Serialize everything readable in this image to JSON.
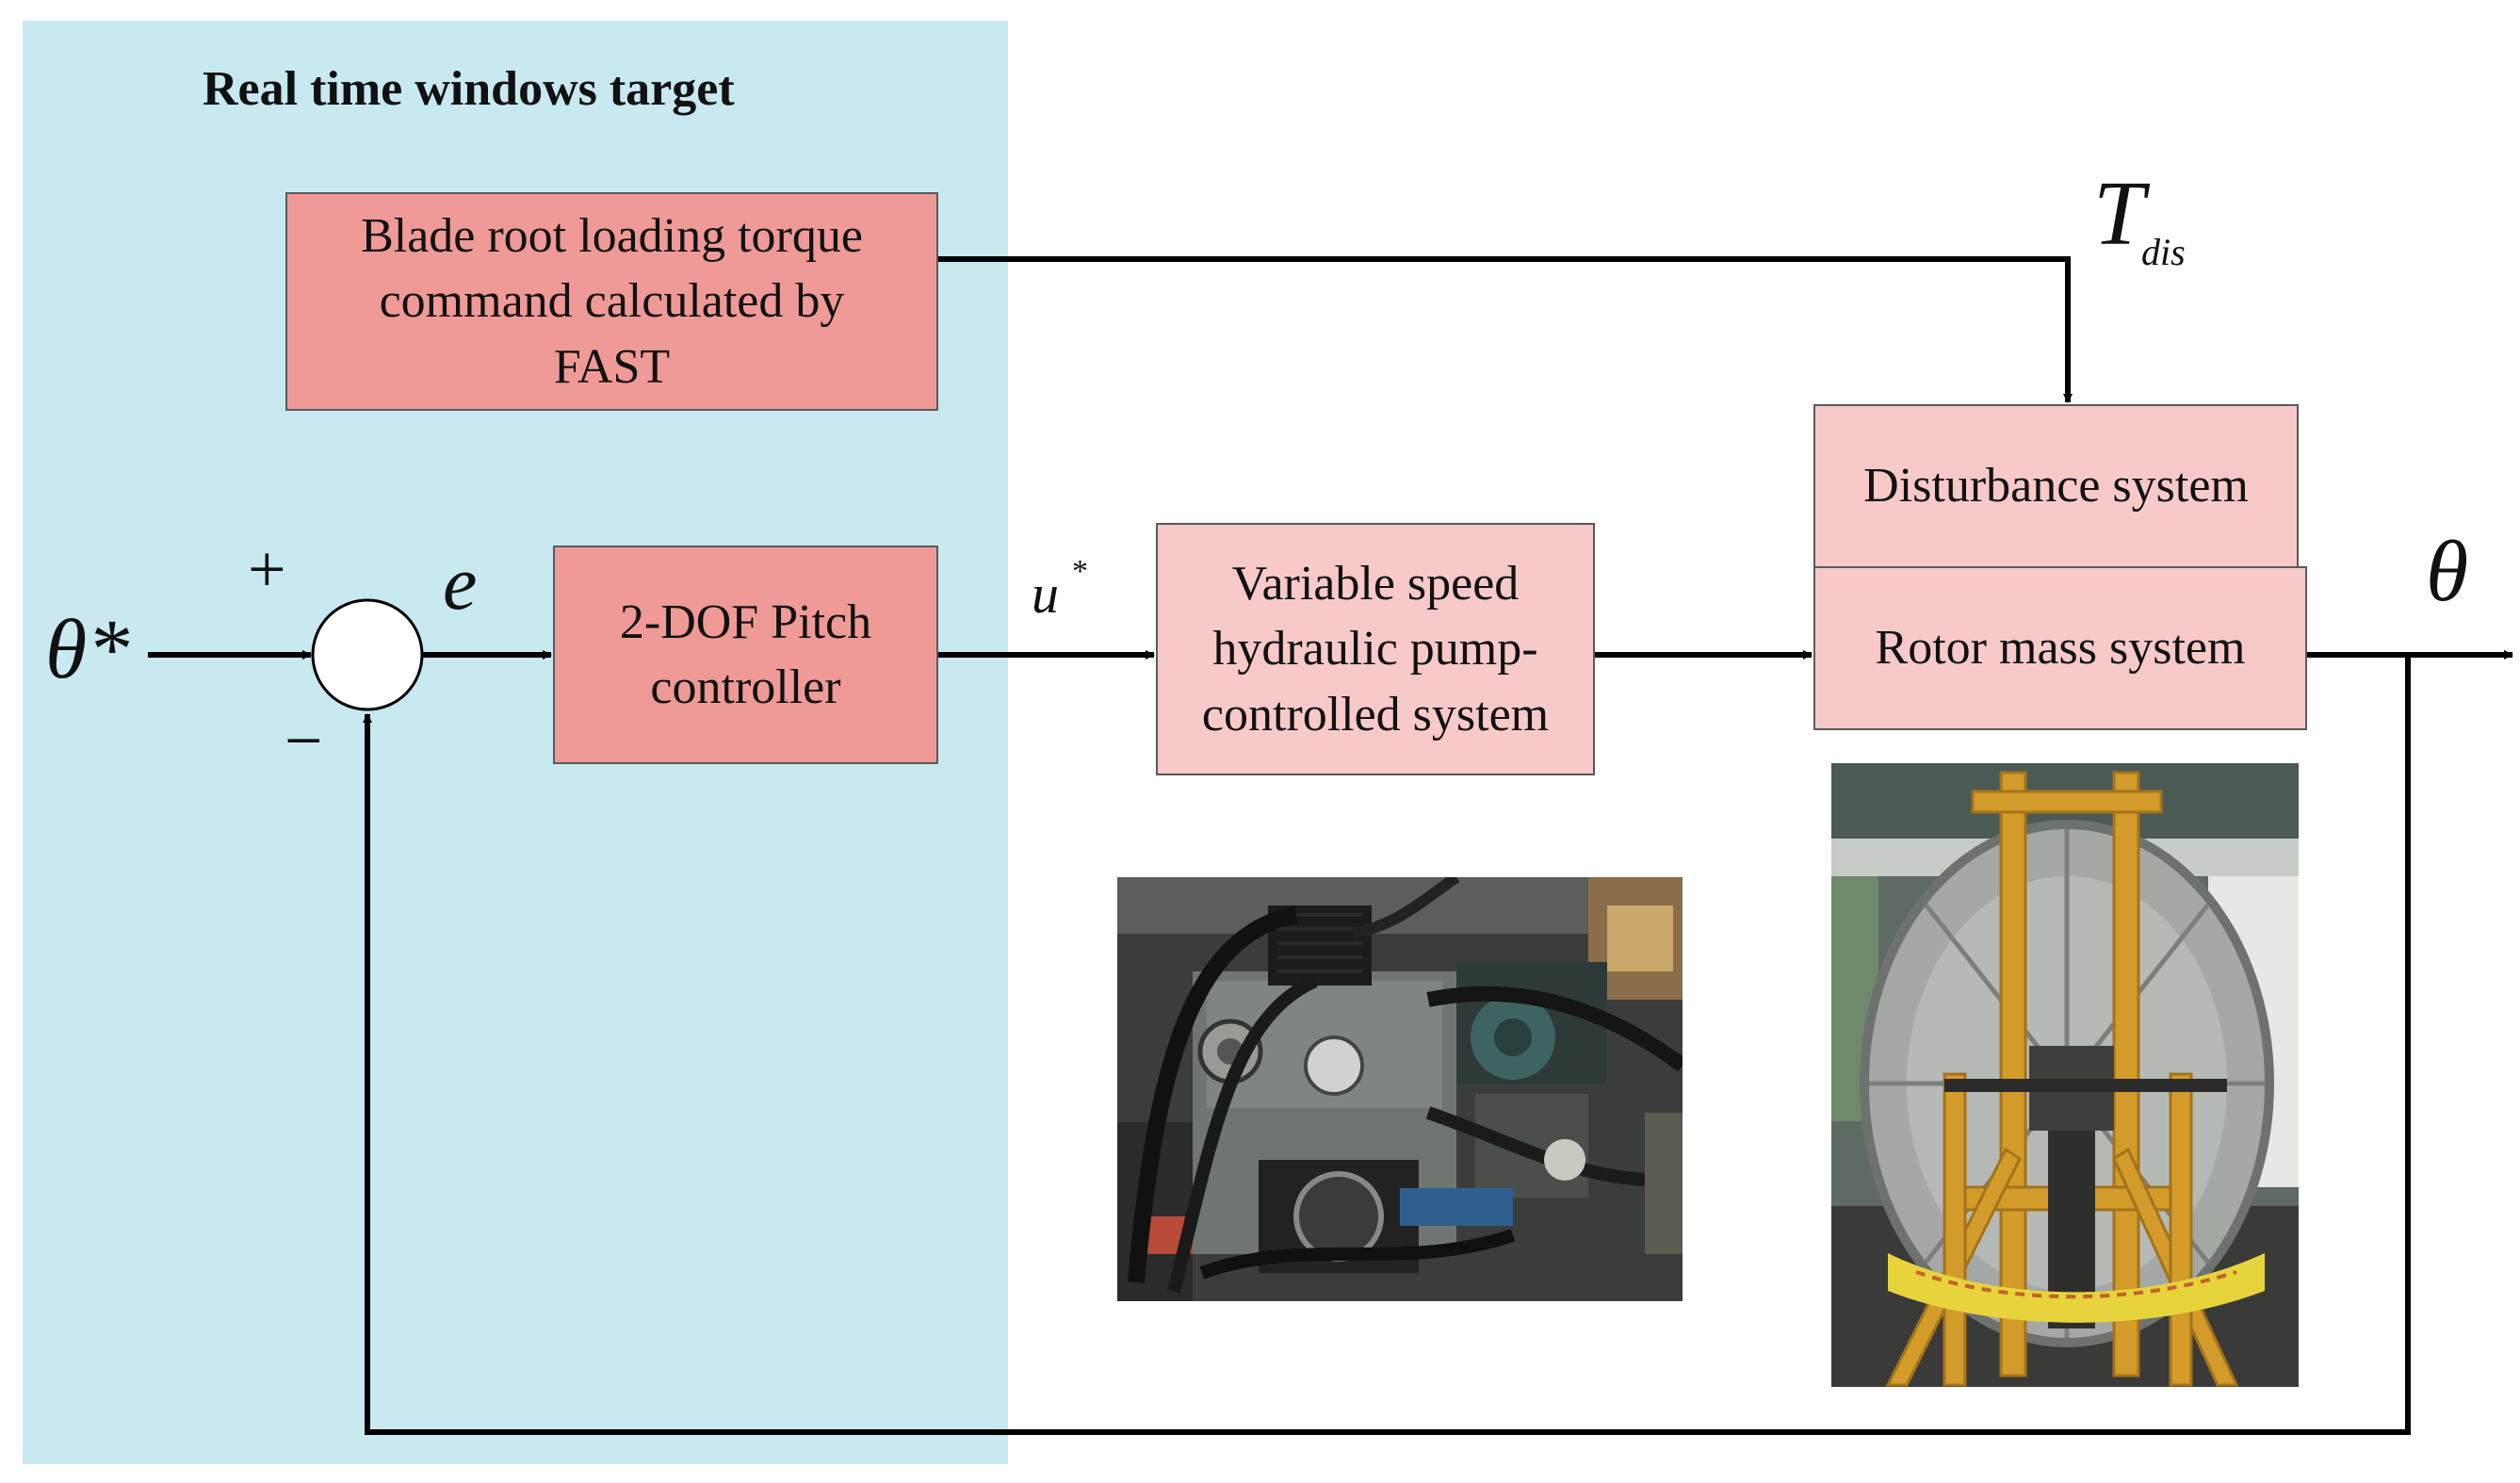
{
  "region": {
    "title": "Real time windows target"
  },
  "blocks": {
    "fast": [
      "Blade root loading torque",
      "command calculated by",
      "FAST"
    ],
    "controller": [
      "2-DOF Pitch",
      "controller"
    ],
    "pump": [
      "Variable speed",
      "hydraulic pump-",
      "controlled system"
    ],
    "disturbance": "Disturbance system",
    "rotor": "Rotor mass system"
  },
  "signals": {
    "reference": "θ*",
    "error": "e",
    "control_sym": "u",
    "control_sup": "*",
    "disturbance_sym": "T",
    "disturbance_sub": "dis",
    "output": "θ",
    "plus": "+",
    "minus": "−"
  },
  "colors": {
    "region_bg": "#c7e9ef",
    "block_dark": "#ef9a96",
    "block_light": "#f7c9c9",
    "wire": "#000000"
  }
}
